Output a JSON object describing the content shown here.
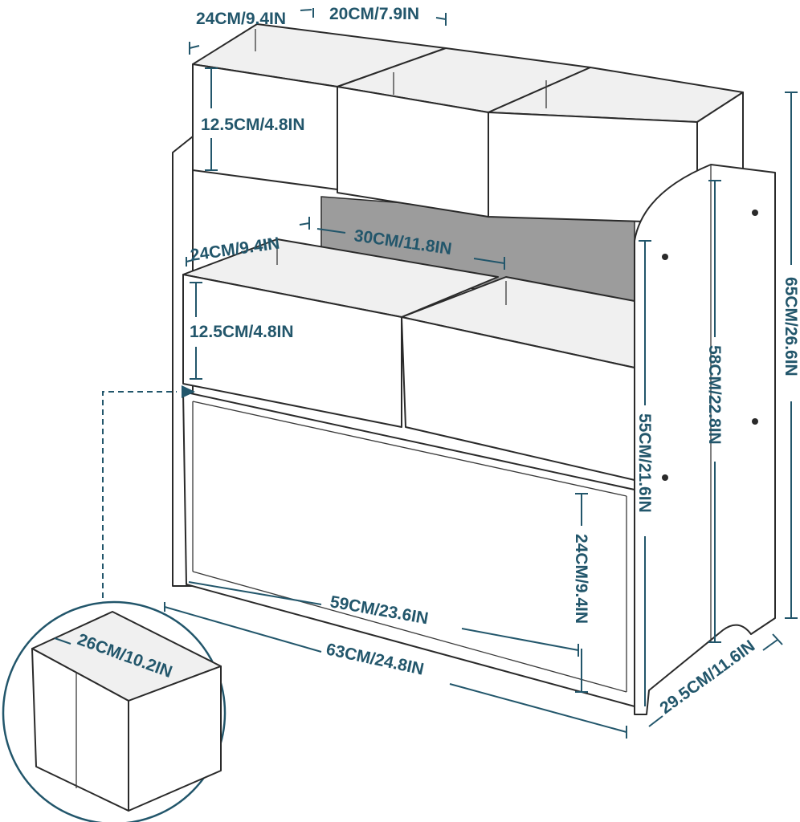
{
  "colors": {
    "dimension": "#22566b",
    "outline": "#2a2a2a",
    "background": "#ffffff"
  },
  "dimensions": {
    "top_bin_width": "24CM/9.4IN",
    "top_bin_depth": "20CM/7.9IN",
    "top_bin_height": "12.5CM/4.8IN",
    "mid_bin_width": "24CM/9.4IN",
    "mid_bin_depth": "30CM/11.8IN",
    "mid_bin_height": "12.5CM/4.8IN",
    "total_height": "65CM/26.6IN",
    "side_height": "58CM/22.8IN",
    "front_height": "55CM/21.6IN",
    "large_bin_height": "24CM/9.4IN",
    "large_bin_width": "59CM/23.6IN",
    "total_width": "63CM/24.8IN",
    "total_depth": "29.5CM/11.6IN",
    "zoom_bin_depth": "26CM/10.2IN"
  }
}
